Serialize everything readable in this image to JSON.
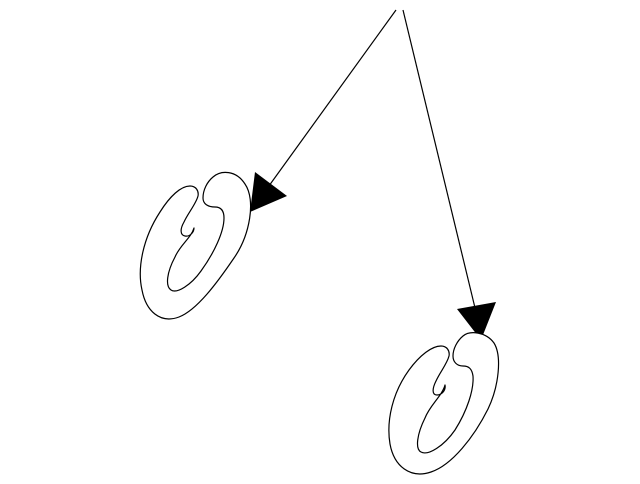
{
  "diagram": {
    "background_color": "#ffffff",
    "stroke_color": "#000000",
    "arrowhead_color": "#000000",
    "node_count": 2,
    "edge_count": 2,
    "node_shape": "c-clip",
    "edges": [
      {
        "from": "origin",
        "to": "c-clip-left"
      },
      {
        "from": "origin",
        "to": "c-clip-right"
      }
    ]
  }
}
